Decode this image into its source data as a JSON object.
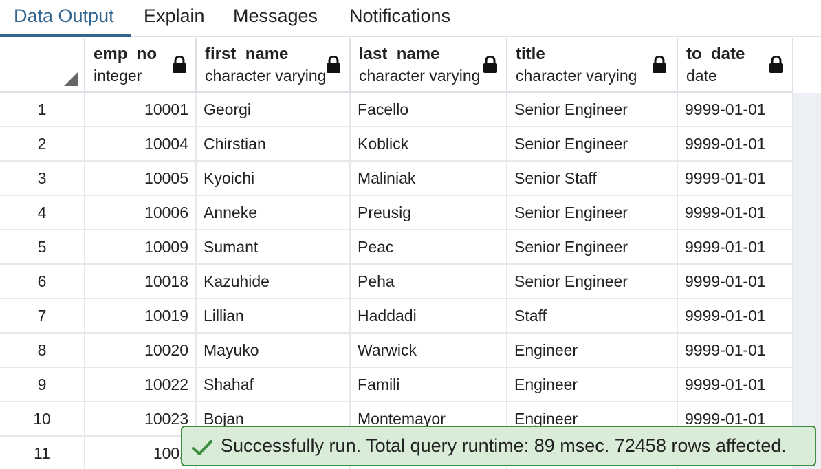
{
  "tabs": [
    {
      "label": "Data Output",
      "active": true
    },
    {
      "label": "Explain",
      "active": false
    },
    {
      "label": "Messages",
      "active": false
    },
    {
      "label": "Notifications",
      "active": false
    }
  ],
  "columns": [
    {
      "name": "emp_no",
      "type": "integer",
      "icon": "lock-icon"
    },
    {
      "name": "first_name",
      "type": "character varying",
      "icon": "lock-icon"
    },
    {
      "name": "last_name",
      "type": "character varying",
      "icon": "lock-icon"
    },
    {
      "name": "title",
      "type": "character varying",
      "icon": "lock-icon"
    },
    {
      "name": "to_date",
      "type": "date",
      "icon": "lock-icon"
    }
  ],
  "rows": [
    {
      "num": "1",
      "emp_no": "10001",
      "first_name": "Georgi",
      "last_name": "Facello",
      "title": "Senior Engineer",
      "to_date": "9999-01-01"
    },
    {
      "num": "2",
      "emp_no": "10004",
      "first_name": "Chirstian",
      "last_name": "Koblick",
      "title": "Senior Engineer",
      "to_date": "9999-01-01"
    },
    {
      "num": "3",
      "emp_no": "10005",
      "first_name": "Kyoichi",
      "last_name": "Maliniak",
      "title": "Senior Staff",
      "to_date": "9999-01-01"
    },
    {
      "num": "4",
      "emp_no": "10006",
      "first_name": "Anneke",
      "last_name": "Preusig",
      "title": "Senior Engineer",
      "to_date": "9999-01-01"
    },
    {
      "num": "5",
      "emp_no": "10009",
      "first_name": "Sumant",
      "last_name": "Peac",
      "title": "Senior Engineer",
      "to_date": "9999-01-01"
    },
    {
      "num": "6",
      "emp_no": "10018",
      "first_name": "Kazuhide",
      "last_name": "Peha",
      "title": "Senior Engineer",
      "to_date": "9999-01-01"
    },
    {
      "num": "7",
      "emp_no": "10019",
      "first_name": "Lillian",
      "last_name": "Haddadi",
      "title": "Staff",
      "to_date": "9999-01-01"
    },
    {
      "num": "8",
      "emp_no": "10020",
      "first_name": "Mayuko",
      "last_name": "Warwick",
      "title": "Engineer",
      "to_date": "9999-01-01"
    },
    {
      "num": "9",
      "emp_no": "10022",
      "first_name": "Shahaf",
      "last_name": "Famili",
      "title": "Engineer",
      "to_date": "9999-01-01"
    },
    {
      "num": "10",
      "emp_no": "10023",
      "first_name": "Bojan",
      "last_name": "Montemayor",
      "title": "Engineer",
      "to_date": "9999-01-01"
    },
    {
      "num": "11",
      "emp_no": "1002",
      "first_name": "",
      "last_name": "",
      "title": "",
      "to_date": ""
    }
  ],
  "toast": {
    "message": "Successfully run. Total query runtime: 89 msec. 72458 rows affected.",
    "icon": "check-icon"
  },
  "colors": {
    "accent": "#326690",
    "success_border": "#3e8e41",
    "success_bg": "#d9ecd8"
  }
}
